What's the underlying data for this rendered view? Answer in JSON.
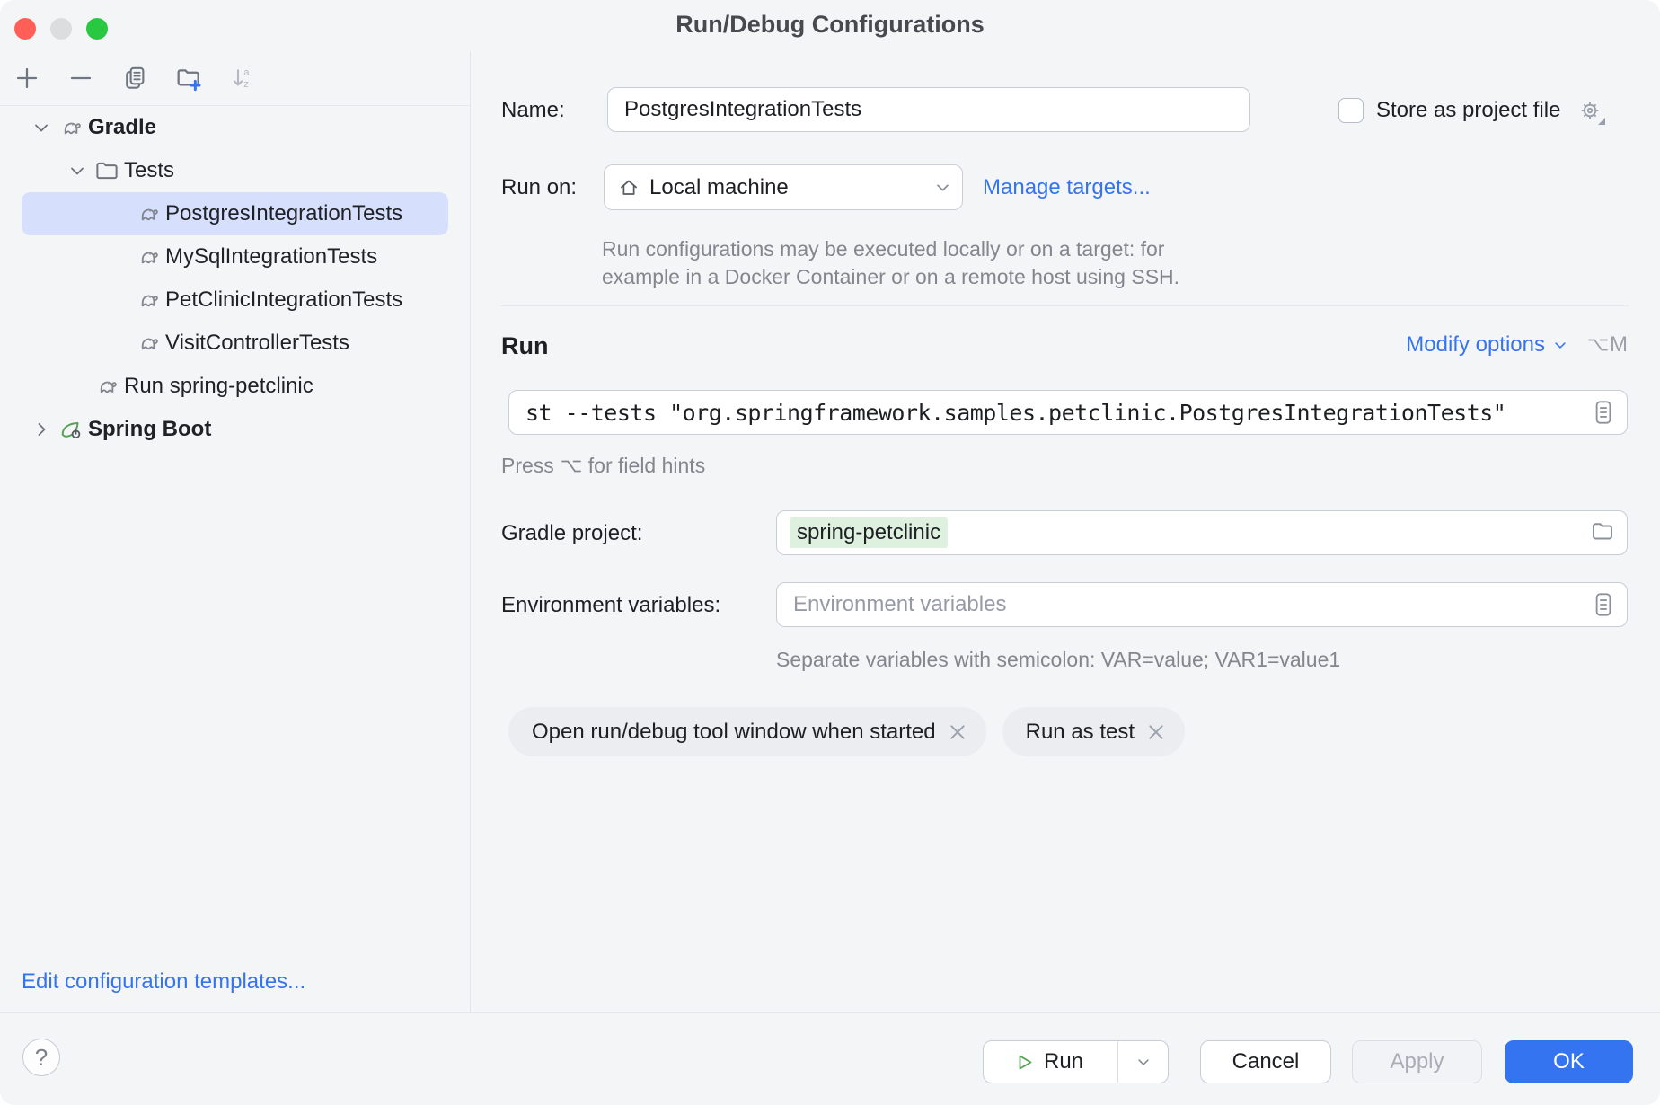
{
  "window": {
    "title": "Run/Debug Configurations"
  },
  "sidebar": {
    "tree": [
      {
        "label": "Gradle"
      },
      {
        "label": "Tests"
      },
      {
        "label": "PostgresIntegrationTests"
      },
      {
        "label": "MySqlIntegrationTests"
      },
      {
        "label": "PetClinicIntegrationTests"
      },
      {
        "label": "VisitControllerTests"
      },
      {
        "label": "Run spring-petclinic"
      },
      {
        "label": "Spring Boot"
      }
    ],
    "edit_templates_link": "Edit configuration templates..."
  },
  "form": {
    "name_label": "Name:",
    "name_value": "PostgresIntegrationTests",
    "store_label": "Store as project file",
    "run_on_label": "Run on:",
    "run_on_value": "Local machine",
    "manage_targets_link": "Manage targets...",
    "run_on_hint_line1": "Run configurations may be executed locally or on a target: for",
    "run_on_hint_line2": "example in a Docker Container or on a remote host using SSH.",
    "run_section_label": "Run",
    "modify_options_link": "Modify options",
    "modify_options_shortcut_letter": "M",
    "run_command": "st --tests \"org.springframework.samples.petclinic.PostgresIntegrationTests\"",
    "press_hint_before": "Press",
    "press_hint_after": "for field hints",
    "gradle_project_label": "Gradle project:",
    "gradle_project_value": "spring-petclinic",
    "env_label": "Environment variables:",
    "env_placeholder": "Environment variables",
    "env_hint": "Separate variables with semicolon: VAR=value; VAR1=value1",
    "tags": [
      {
        "label": "Open run/debug tool window when started"
      },
      {
        "label": "Run as test"
      }
    ]
  },
  "footer": {
    "run_button": "Run",
    "cancel_button": "Cancel",
    "apply_button": "Apply",
    "ok_button": "OK"
  },
  "colors": {
    "accent": "#3574f0",
    "selection": "#d6e0fc",
    "run_green": "#57a257"
  }
}
